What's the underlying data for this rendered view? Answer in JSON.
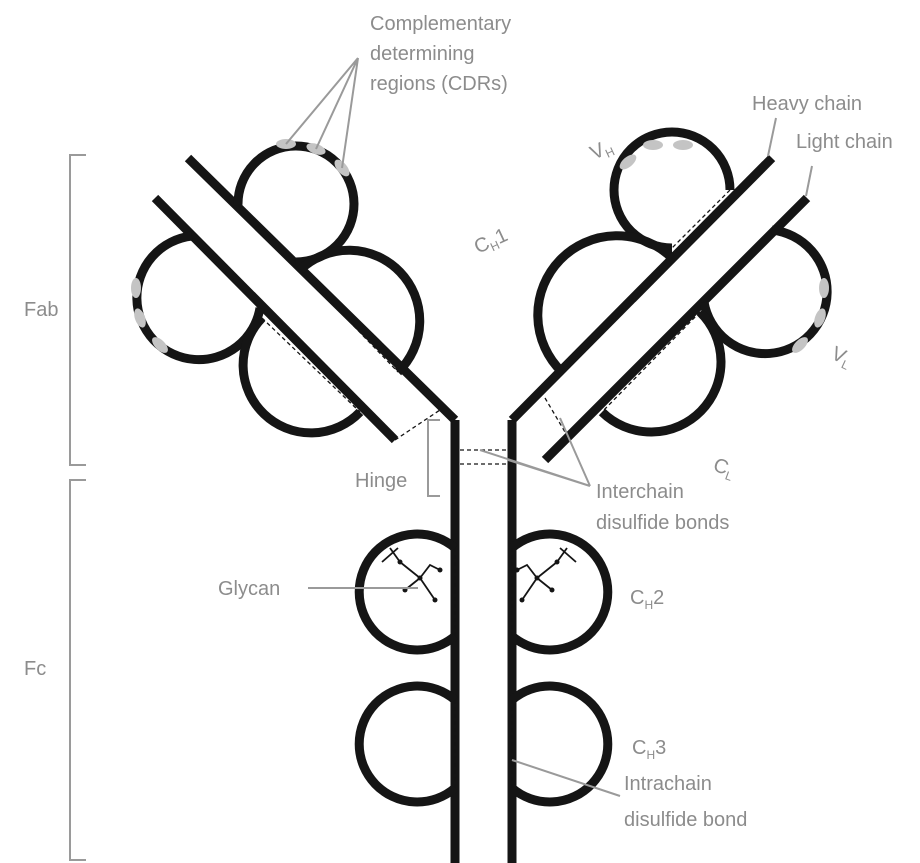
{
  "labels": {
    "cdr": [
      "Complementary",
      "determining",
      "regions (CDRs)"
    ],
    "heavy_chain": "Heavy chain",
    "light_chain": "Light chain",
    "fab": "Fab",
    "fc": "Fc",
    "hinge": "Hinge",
    "interchain": [
      "Interchain",
      "disulfide bonds"
    ],
    "intrachain": [
      "Intrachain",
      "disulfide bond"
    ],
    "glycan": "Glycan",
    "vh": {
      "main": "V",
      "sub": "H"
    },
    "vl": {
      "main": "V",
      "sub": "L"
    },
    "ch1": {
      "main": "C",
      "sub": "H",
      "num": "1"
    },
    "cl": {
      "main": "C",
      "sub": "L"
    },
    "ch2": {
      "main": "C",
      "sub": "H",
      "num": "2"
    },
    "ch3": {
      "main": "C",
      "sub": "H",
      "num": "3"
    }
  },
  "colors": {
    "chain": "#151515",
    "label": "#8c8c8c",
    "cdr": "#c4c4c4",
    "leader": "#9a9a9a"
  }
}
